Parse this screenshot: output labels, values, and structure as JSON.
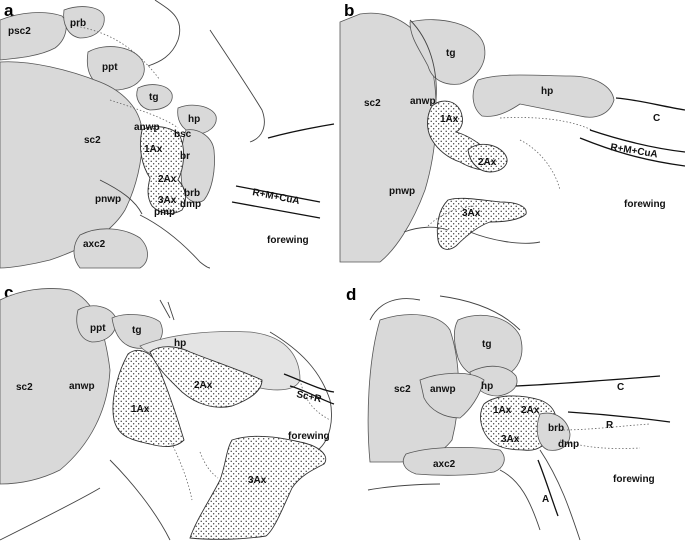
{
  "panels": [
    {
      "letter": "a",
      "labels": {
        "psc2": "psc2",
        "prb": "prb",
        "ppt": "ppt",
        "tg": "tg",
        "sc2": "sc2",
        "anwp": "anwp",
        "hp": "hp",
        "bsc": "bsc",
        "ax1": "1Ax",
        "br": "br",
        "ax2": "2Ax",
        "brb": "brb",
        "ax3": "3Ax",
        "dmp": "dmp",
        "pnwp": "pnwp",
        "pmp": "pmp",
        "axc2": "axc2",
        "vein": "R+M+CuA",
        "forewing": "forewing"
      }
    },
    {
      "letter": "b",
      "labels": {
        "tg": "tg",
        "hp": "hp",
        "sc2": "sc2",
        "anwp": "anwp",
        "ax1": "1Ax",
        "c": "C",
        "ax2": "2Ax",
        "vein": "R+M+CuA",
        "pnwp": "pnwp",
        "forewing": "forewing",
        "ax3": "3Ax"
      }
    },
    {
      "letter": "c",
      "labels": {
        "ppt": "ppt",
        "tg": "tg",
        "hp": "hp",
        "sc2": "sc2",
        "anwp": "anwp",
        "ax2": "2Ax",
        "vein": "Sc+R",
        "ax1": "1Ax",
        "forewing": "forewing",
        "ax3": "3Ax"
      }
    },
    {
      "letter": "d",
      "labels": {
        "tg": "tg",
        "sc2": "sc2",
        "anwp": "anwp",
        "hp": "hp",
        "c": "C",
        "ax1": "1Ax",
        "ax2": "2Ax",
        "r": "R",
        "brb": "brb",
        "ax3": "3Ax",
        "dmp": "dmp",
        "axc2": "axc2",
        "forewing": "forewing",
        "a": "A"
      }
    }
  ]
}
